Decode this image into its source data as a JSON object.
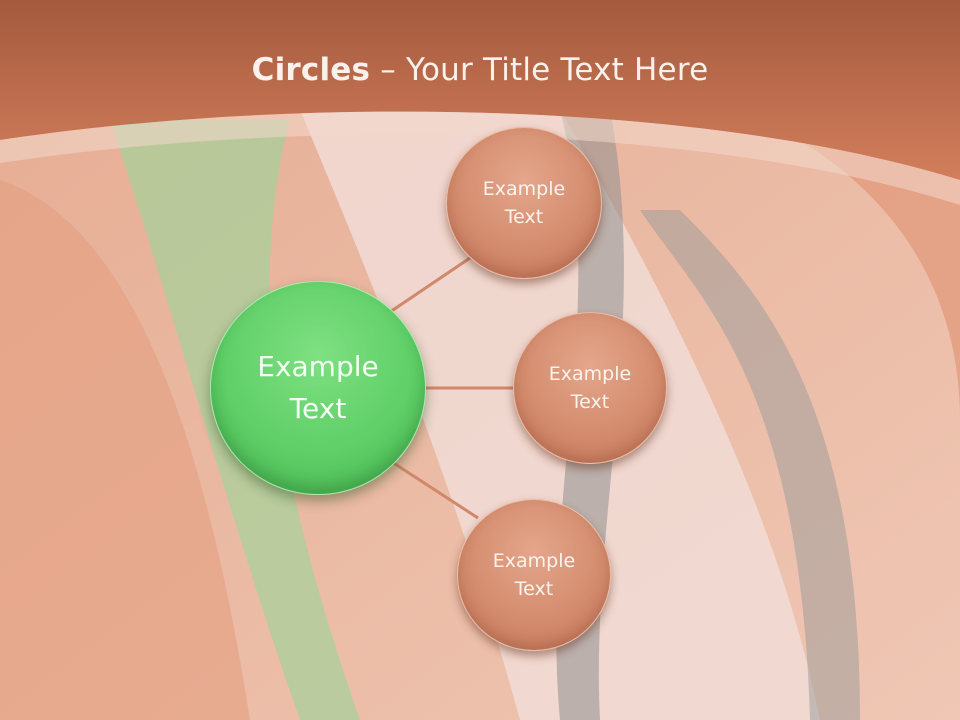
{
  "slide": {
    "title_bold": "Circles",
    "title_rest": " – Your Title Text Here"
  },
  "diagram": {
    "hub": {
      "label": "Example\nText",
      "color": "#5fcf67"
    },
    "satellites": [
      {
        "label": "Example\nText",
        "color": "#d48c6e"
      },
      {
        "label": "Example\nText",
        "color": "#d48c6e"
      },
      {
        "label": "Example\nText",
        "color": "#d48c6e"
      }
    ],
    "connector_color": "#d0886a"
  },
  "colors": {
    "header": "#c9704e",
    "background": "#e9b8a0"
  }
}
